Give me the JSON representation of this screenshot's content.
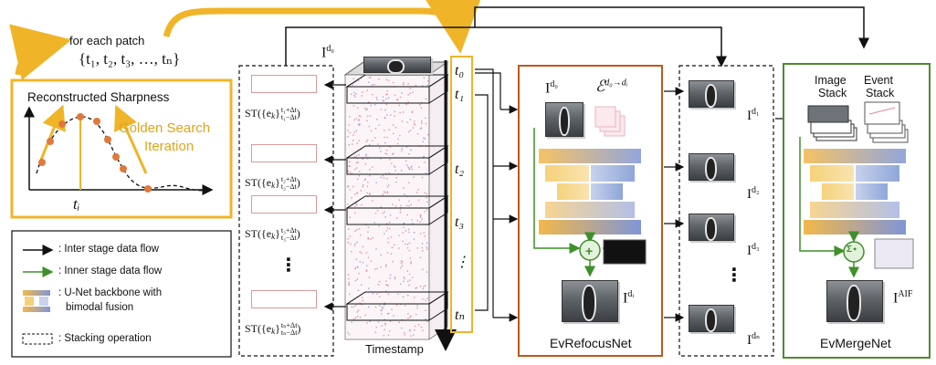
{
  "top_note": {
    "line1": "for each patch",
    "line2": "{t₁, t₂, t₃, …, tₙ}"
  },
  "sharpness_panel": {
    "title": "Reconstructed Sharpness",
    "golden_search": "Golden Search",
    "iteration": "Iteration",
    "t_label": "tᵢ"
  },
  "legend": {
    "items": [
      {
        "label": ": Inter stage data flow"
      },
      {
        "label": ": Inner stage data flow"
      },
      {
        "label": ": U-Net backbone with"
      },
      {
        "label": "bimodal fusion"
      },
      {
        "label": ": Stacking operation"
      }
    ]
  },
  "st_labels": [
    "ST({eₖ}ₜ₁₋Δt^{t₁+Δt})",
    "ST({eₖ}ₜ₂₋Δt^{t₂+Δt})",
    "ST({eₖ}ₜ₃₋Δt^{t₃+Δt})",
    "ST({eₖ}ₜₙ₋Δt^{tₙ+Δt})"
  ],
  "st_display": {
    "base": "ST({e",
    "k": "k",
    "close": "}",
    "sup": [
      "t₁+Δt",
      "t₂+Δt",
      "t₃+Δt",
      "tₙ+Δt"
    ],
    "sub": [
      "t₁−Δt",
      "t₂−Δt",
      "t₃−Δt",
      "tₙ−Δt"
    ]
  },
  "volume": {
    "I_base": "I",
    "I_sup": "d₀",
    "timestamp": "Timestamp",
    "dots": "⋮"
  },
  "timestamps": {
    "labels": [
      "t₀",
      "t₁",
      "t₂",
      "t₃",
      "⋮",
      "tₙ"
    ]
  },
  "refocus": {
    "I_base": "I",
    "I_sup": "d₀",
    "E_base": "ℰ",
    "E_sup": "d₀→dᵢ",
    "out_base": "I",
    "out_sup": "dᵢ",
    "plus": "+",
    "name": "EvRefocusNet"
  },
  "stack": {
    "labels": [
      {
        "base": "I",
        "sup": "d₁"
      },
      {
        "base": "I",
        "sup": "d₂"
      },
      {
        "base": "I",
        "sup": "d₃"
      },
      {
        "base": "I",
        "sup": "dₙ"
      }
    ],
    "dots": "⋮"
  },
  "merge": {
    "image_stack_1": "Image",
    "image_stack_2": "Stack",
    "event_stack_1": "Event",
    "event_stack_2": "Stack",
    "out_base": "I",
    "out_sup": "AIF",
    "op": "Σ⋆",
    "name": "EvMergeNet"
  },
  "colors": {
    "gold": "#f0b429",
    "refocus_border": "#c0571c",
    "merge_border": "#4f8a2e",
    "unet_yellow": "#f6d27a",
    "unet_blue": "#8fa6d9",
    "inner_flow": "#3f8f2a"
  }
}
